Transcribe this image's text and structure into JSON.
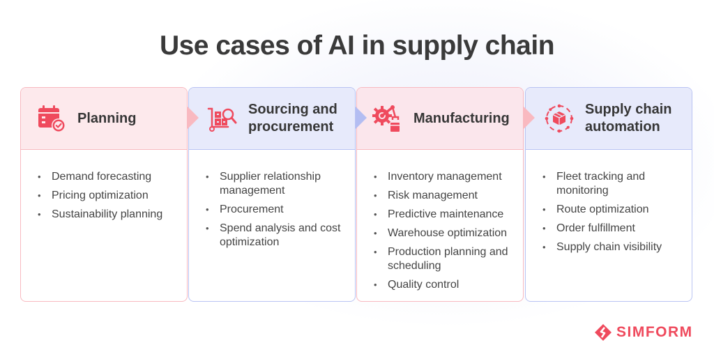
{
  "title": "Use cases of AI in supply chain",
  "colors": {
    "accent": "#ef4a5d",
    "pink_border": "#f8b9c0",
    "blue_border": "#b9c3f3",
    "pink_header": "#fde9ec",
    "blue_header": "#e7eafb",
    "text": "#363636"
  },
  "cards": [
    {
      "title": "Planning",
      "icon": "calendar-check-icon",
      "items": [
        "Demand forecasting",
        "Pricing optimization",
        "Sustainability planning"
      ]
    },
    {
      "title": "Sourcing and procurement",
      "icon": "cart-search-icon",
      "items": [
        "Supplier relationship management",
        "Procurement",
        "Spend analysis and cost optimization"
      ]
    },
    {
      "title": "Manufacturing",
      "icon": "robot-arm-gear-icon",
      "items": [
        "Inventory management",
        "Risk management",
        "Predictive maintenance",
        "Warehouse optimization",
        "Production planning and scheduling",
        "Quality control"
      ]
    },
    {
      "title": "Supply chain automation",
      "icon": "package-cycle-icon",
      "items": [
        "Fleet tracking and monitoring",
        "Route optimization",
        "Order fulfillment",
        "Supply chain visibility"
      ]
    }
  ],
  "brand": {
    "name": "SIMFORM"
  }
}
